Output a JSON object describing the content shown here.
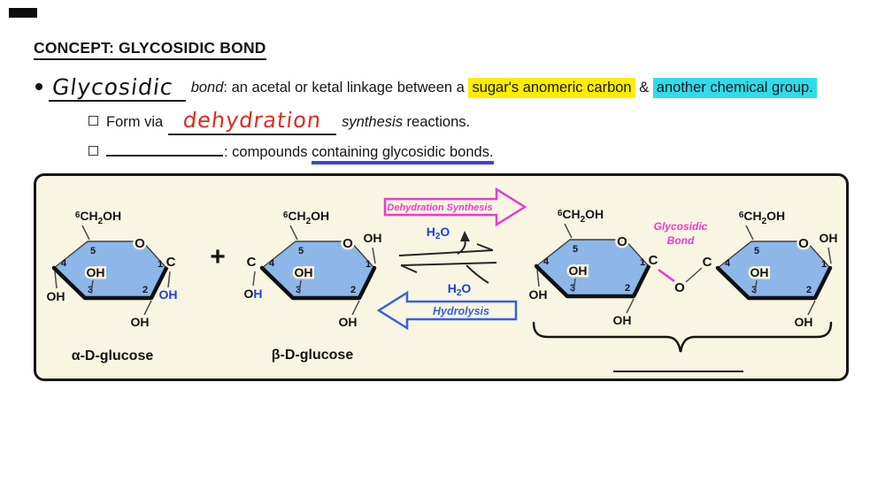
{
  "header": {
    "label": "CONCEPT:",
    "title": "GLYCOSIDIC BOND"
  },
  "definition": {
    "term": "Glycosidic",
    "bond_word": "bond",
    "mid": ": an acetal or ketal linkage between a",
    "hl_yellow": "sugar's anomeric carbon",
    "amp": "&",
    "hl_cyan": "another chemical group."
  },
  "form_line": {
    "prefix": "Form via",
    "fill": "dehydration",
    "synthesis": "synthesis",
    "suffix": "reactions."
  },
  "compound_line": {
    "after_blank": ": compounds",
    "underlined_text": "containing glycosidic bonds."
  },
  "diagram": {
    "molecule1_name": "α-D-glucose",
    "molecule2_name": "β-D-glucose",
    "plus": "+",
    "forward_label": "Dehydration Synthesis",
    "reverse_label": "Hydrolysis",
    "glycosidic_label": {
      "line1": "Glycosidic",
      "line2": "Bond"
    },
    "water": {
      "h": "H",
      "sub": "2",
      "o": "O"
    },
    "atoms": {
      "o": "O",
      "c": "C",
      "oh": "OH",
      "h": "H",
      "ch": "CH",
      "sub2": "2",
      "n1": "1",
      "n2": "2",
      "n3": "3",
      "n4": "4",
      "n5": "5",
      "n6": "6"
    }
  },
  "colors": {
    "highlight_yellow": "#ffed00",
    "highlight_cyan": "#2fdce8",
    "handwriting_red": "#dd2b20",
    "handdrawn_underline_blue": "#3f43d6",
    "box_background": "#f8f5e2",
    "ring_fill": "#8cb7e8",
    "magenta_accent": "#e93ccc",
    "hydrolysis_blue": "#3a5fe0",
    "chem_blue": "#2040d8"
  }
}
